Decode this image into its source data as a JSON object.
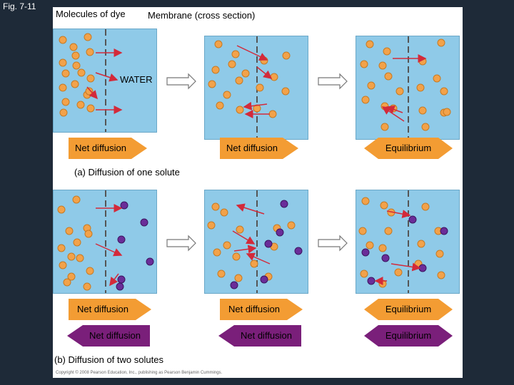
{
  "figure_label": "Fig. 7-11",
  "labels": {
    "molecules_of_dye": "Molecules of dye",
    "membrane": "Membrane (cross section)",
    "water": "WATER",
    "caption_a": "(a) Diffusion of one solute",
    "caption_b": "(b) Diffusion of two solutes",
    "copyright": "Copyright © 2008 Pearson Education, Inc., publishing as Pearson Benjamin Cummings."
  },
  "row_a_arrows": [
    "Net diffusion",
    "Net diffusion",
    "Equilibrium"
  ],
  "row_b_orange_arrows": [
    "Net diffusion",
    "Net diffusion",
    "Equilibrium"
  ],
  "row_b_purple_arrows": [
    "Net diffusion",
    "Net diffusion",
    "Equilibrium"
  ],
  "colors": {
    "water": "#8fcae8",
    "orange_molecule": "#f2a24a",
    "purple_molecule": "#6a2d99",
    "orange_arrow": "#f39c33",
    "purple_arrow": "#7a1f7a",
    "movement_arrow": "#d32a3a"
  }
}
